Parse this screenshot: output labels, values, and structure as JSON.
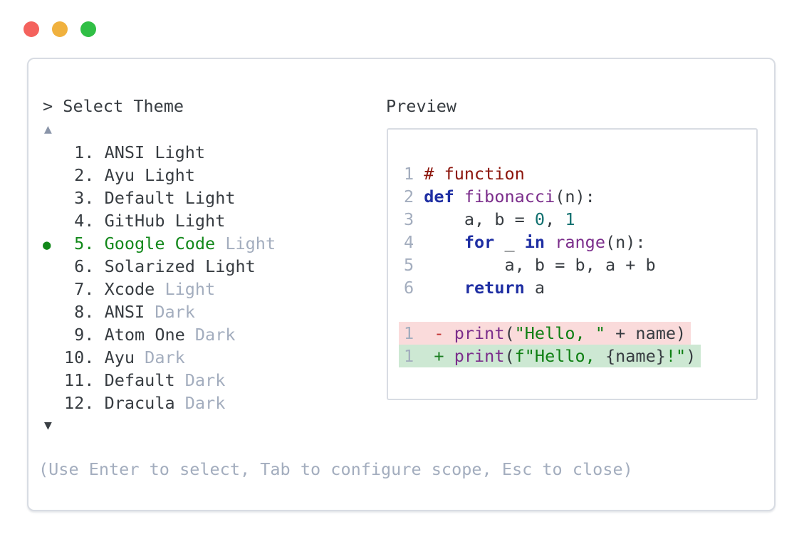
{
  "window": {
    "controls": [
      {
        "name": "close"
      },
      {
        "name": "minimize"
      },
      {
        "name": "zoom"
      }
    ]
  },
  "picker": {
    "prompt": "> Select Theme",
    "scroll_up_glyph": "▲",
    "scroll_down_glyph": "▼",
    "selected_marker_glyph": "●",
    "items": [
      {
        "num": "1",
        "name": "ANSI",
        "variant": "Light",
        "variant_muted": false,
        "selected": false
      },
      {
        "num": "2",
        "name": "Ayu",
        "variant": "Light",
        "variant_muted": false,
        "selected": false
      },
      {
        "num": "3",
        "name": "Default",
        "variant": "Light",
        "variant_muted": false,
        "selected": false
      },
      {
        "num": "4",
        "name": "GitHub",
        "variant": "Light",
        "variant_muted": false,
        "selected": false
      },
      {
        "num": "5",
        "name": "Google Code",
        "variant": "Light",
        "variant_muted": true,
        "selected": true
      },
      {
        "num": "6",
        "name": "Solarized",
        "variant": "Light",
        "variant_muted": false,
        "selected": false
      },
      {
        "num": "7",
        "name": "Xcode",
        "variant": "Light",
        "variant_muted": true,
        "selected": false
      },
      {
        "num": "8",
        "name": "ANSI",
        "variant": "Dark",
        "variant_muted": true,
        "selected": false
      },
      {
        "num": "9",
        "name": "Atom One",
        "variant": "Dark",
        "variant_muted": true,
        "selected": false
      },
      {
        "num": "10",
        "name": "Ayu",
        "variant": "Dark",
        "variant_muted": true,
        "selected": false
      },
      {
        "num": "11",
        "name": "Default",
        "variant": "Dark",
        "variant_muted": true,
        "selected": false
      },
      {
        "num": "12",
        "name": "Dracula",
        "variant": "Dark",
        "variant_muted": true,
        "selected": false
      }
    ],
    "hint": "(Use Enter to select, Tab to configure scope, Esc to close)"
  },
  "preview": {
    "label": "Preview",
    "code_lines": [
      {
        "ln": "1",
        "tokens": [
          [
            "cm",
            "# function"
          ]
        ]
      },
      {
        "ln": "2",
        "tokens": [
          [
            "kw",
            "def"
          ],
          [
            "pl",
            " "
          ],
          [
            "fn",
            "fibonacci"
          ],
          [
            "pl",
            "(n):"
          ]
        ]
      },
      {
        "ln": "3",
        "tokens": [
          [
            "pl",
            "    a, b = "
          ],
          [
            "num",
            "0"
          ],
          [
            "pl",
            ", "
          ],
          [
            "num",
            "1"
          ]
        ]
      },
      {
        "ln": "4",
        "tokens": [
          [
            "pl",
            "    "
          ],
          [
            "kw",
            "for"
          ],
          [
            "pl",
            " _ "
          ],
          [
            "kw",
            "in"
          ],
          [
            "pl",
            " "
          ],
          [
            "fn",
            "range"
          ],
          [
            "pl",
            "(n):"
          ]
        ]
      },
      {
        "ln": "5",
        "tokens": [
          [
            "pl",
            "        a, b = b, a + b"
          ]
        ]
      },
      {
        "ln": "6",
        "tokens": [
          [
            "pl",
            "    "
          ],
          [
            "kw",
            "return"
          ],
          [
            "pl",
            " a"
          ]
        ]
      }
    ],
    "diff_lines": [
      {
        "ln": "1",
        "kind": "del",
        "tokens": [
          [
            "del",
            " - "
          ],
          [
            "fn",
            "print"
          ],
          [
            "pl",
            "("
          ],
          [
            "str",
            "\"Hello, \""
          ],
          [
            "pl",
            " + name)"
          ]
        ]
      },
      {
        "ln": "1",
        "kind": "add",
        "tokens": [
          [
            "add",
            " + "
          ],
          [
            "fn",
            "print"
          ],
          [
            "pl",
            "("
          ],
          [
            "str",
            "f\"Hello, "
          ],
          [
            "pl",
            "{name}"
          ],
          [
            "str",
            "!\""
          ],
          [
            "pl",
            ")"
          ]
        ]
      }
    ]
  },
  "colors": {
    "text-dark": "#373c41",
    "text-muted": "#a3adbe",
    "select-green": "#12881a",
    "arrow-up": "#8a95a9",
    "arrow-down": "#3a3f44",
    "panel-border": "#d8dce3",
    "tok-plain": "#373c41",
    "tok-comment": "#8c150c",
    "tok-keyword": "#1f2fa3",
    "tok-title": "#7b2d8b",
    "tok-number": "#11706f",
    "tok-string": "#0e7f12",
    "tok-linenum": "#a3adbe",
    "diff-del-fg": "#c03030",
    "diff-add-fg": "#197d20",
    "diff-del-bg": "#fadbdb",
    "diff-add-bg": "#cde8d3",
    "traffic-red": "#f4625d",
    "traffic-yellow": "#f0b13e",
    "traffic-green": "#30bf45"
  }
}
